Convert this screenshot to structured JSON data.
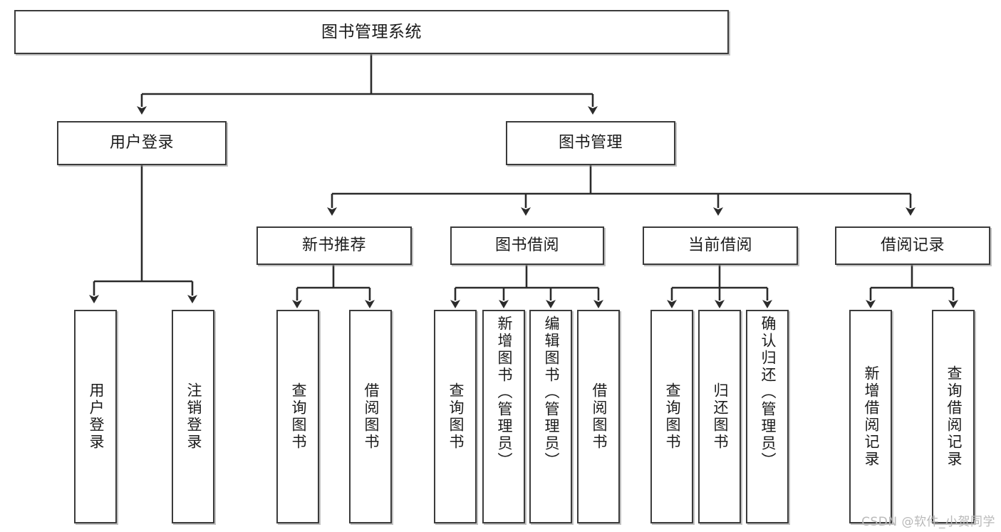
{
  "diagram": {
    "title": "图书管理系统",
    "type": "hierarchy-tree",
    "watermark": "CSDN @软件_小贺同学",
    "colors": {
      "box_border": "#3b3b3b",
      "box_fill": "#ffffff",
      "connector": "#2b2b2b",
      "text": "#1b1b1b",
      "watermark": "#b9b9b9"
    },
    "nodes": {
      "root": {
        "label": "图书管理系统"
      },
      "level2": [
        {
          "id": "user-login",
          "label": "用户登录"
        },
        {
          "id": "book-management",
          "label": "图书管理"
        }
      ],
      "level3": [
        {
          "id": "new-book-recommend",
          "label": "新书推荐",
          "parent": "book-management"
        },
        {
          "id": "book-borrow",
          "label": "图书借阅",
          "parent": "book-management"
        },
        {
          "id": "current-borrow",
          "label": "当前借阅",
          "parent": "book-management"
        },
        {
          "id": "borrow-record",
          "label": "借阅记录",
          "parent": "book-management"
        }
      ],
      "leaves": [
        {
          "id": "leaf-user-login",
          "label": "用户登录",
          "parent": "user-login"
        },
        {
          "id": "leaf-logout-login",
          "label": "注销登录",
          "parent": "user-login"
        },
        {
          "id": "leaf-query-book-1",
          "label": "查询图书",
          "parent": "new-book-recommend"
        },
        {
          "id": "leaf-borrow-book-1",
          "label": "借阅图书",
          "parent": "new-book-recommend"
        },
        {
          "id": "leaf-query-book-2",
          "label": "查询图书",
          "parent": "book-borrow"
        },
        {
          "id": "leaf-add-book",
          "label": "新增图书（管理员）",
          "parent": "book-borrow"
        },
        {
          "id": "leaf-edit-book",
          "label": "编辑图书（管理员）",
          "parent": "book-borrow"
        },
        {
          "id": "leaf-borrow-book-2",
          "label": "借阅图书",
          "parent": "book-borrow"
        },
        {
          "id": "leaf-query-book-3",
          "label": "查询图书",
          "parent": "current-borrow"
        },
        {
          "id": "leaf-return-book",
          "label": "归还图书",
          "parent": "current-borrow"
        },
        {
          "id": "leaf-confirm-return",
          "label": "确认归还（管理员）",
          "parent": "current-borrow"
        },
        {
          "id": "leaf-add-record",
          "label": "新增借阅记录",
          "parent": "borrow-record"
        },
        {
          "id": "leaf-query-record",
          "label": "查询借阅记录",
          "parent": "borrow-record"
        }
      ]
    }
  }
}
